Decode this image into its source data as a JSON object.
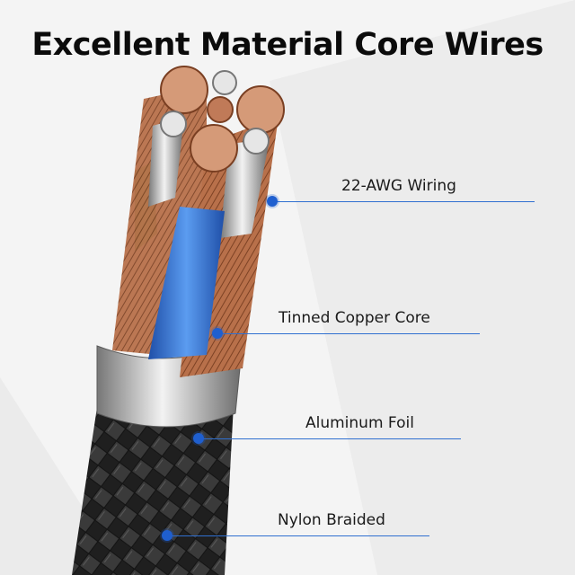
{
  "title": "Excellent Material Core Wires",
  "colors": {
    "accent": "#1f5fcf",
    "copper": "#b8704a",
    "blue_wire": "#3f7fd6",
    "green_wire": "#3ab44a",
    "braid": "#2a2a2a"
  },
  "callouts": [
    {
      "label": "22-AWG Wiring"
    },
    {
      "label": "Tinned Copper Core"
    },
    {
      "label": "Aluminum Foil"
    },
    {
      "label": "Nylon Braided"
    }
  ]
}
